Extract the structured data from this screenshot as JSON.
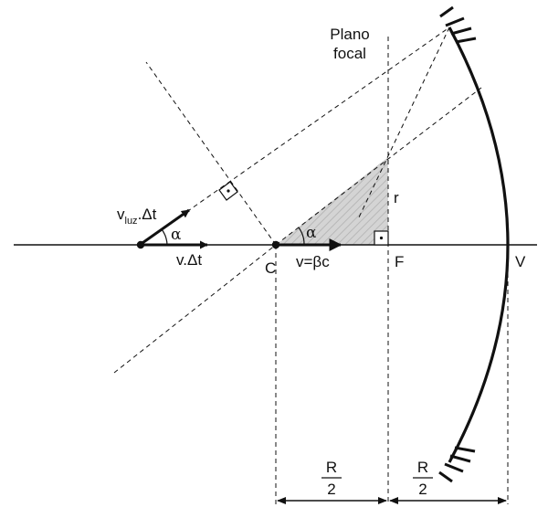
{
  "diagram": {
    "focal_plane_label": {
      "line1": "Plano",
      "line2": "focal"
    },
    "points": {
      "center": "C",
      "focus": "F",
      "vertex": "V"
    },
    "vectors": {
      "light_main": "v",
      "light_sub": "luz",
      "light_suffix": ".Δt",
      "source": "v.Δt",
      "velocity": "v=βc"
    },
    "angles": {
      "left": "α",
      "right": "α"
    },
    "radius_label": "r",
    "dimensions": {
      "left": {
        "numerator": "R",
        "denominator": "2"
      },
      "right": {
        "numerator": "R",
        "denominator": "2"
      }
    }
  },
  "colors": {
    "line": "#111111",
    "shade": "#cfcfcf",
    "hatch": "#b5b5b5"
  }
}
